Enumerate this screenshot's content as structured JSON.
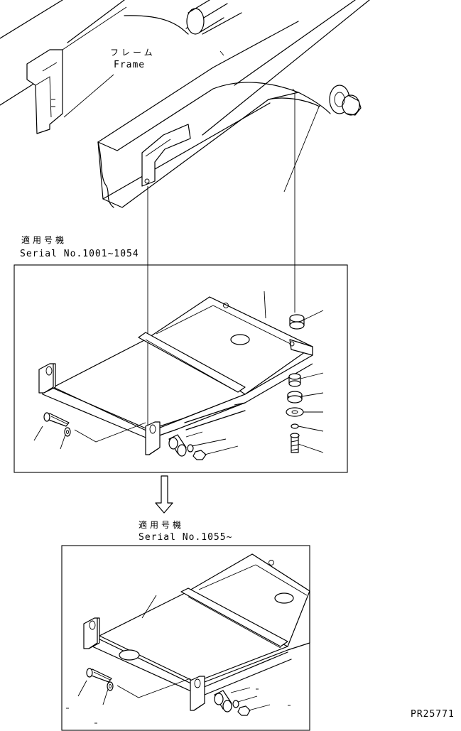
{
  "frame": {
    "label_jp": "フレーム",
    "label_en": "Frame"
  },
  "serial_old": {
    "label_jp": "適用号機",
    "label_en": "Serial No.1001~1054"
  },
  "serial_new": {
    "label_jp": "適用号機",
    "label_en": "Serial No.1055~"
  },
  "drawing_code": "PR25771"
}
